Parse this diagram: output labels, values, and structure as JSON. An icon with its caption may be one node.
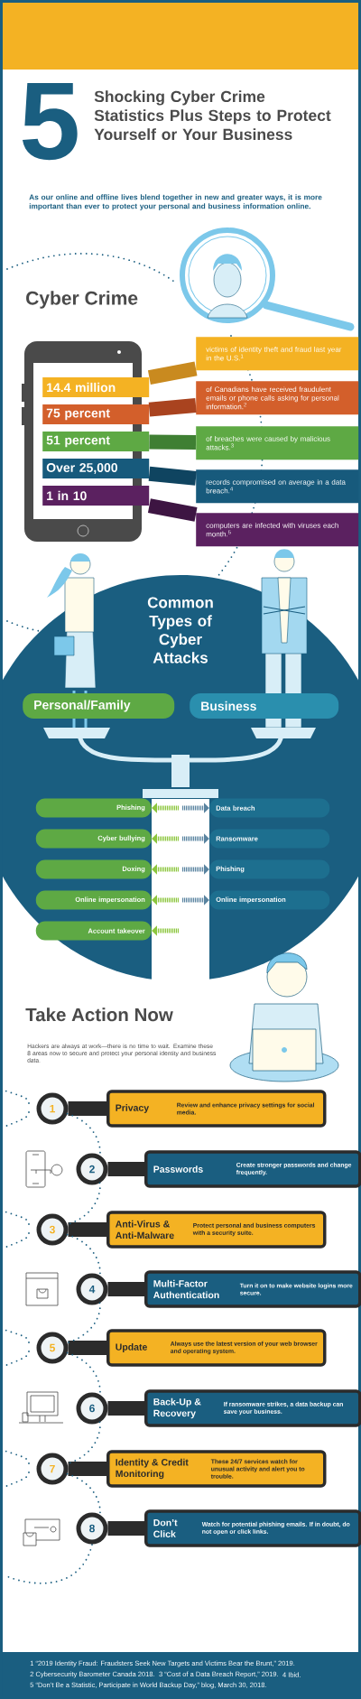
{
  "diagram": {
    "title": "Shocking Cyber Crime Statistics Plus Steps to Protect Yourself or Your Business",
    "nodes": [
      {
        "text": [
          "14.4 million"
        ]
      },
      {
        "text": [
          "victims of identity theft and fraud last year in the U.S.$^{1}$"
        ]
      },
      {
        "text": [
          "75 percent"
        ]
      },
      {
        "text": [
          "of Canadians have received fraudulent emails or phone calls asking for personal information.$^{2}$"
        ]
      },
      {
        "text": [
          "51 percent"
        ]
      },
      {
        "text": [
          "of breaches were caused by malicious attacks.$^{3}$"
        ]
      },
      {
        "text": [
          "Over 25,000"
        ]
      },
      {
        "text": [
          "records compromised on average in a data breach.$^{4}$"
        ]
      },
      {
        "text": [
          "1 in 10"
        ]
      },
      {
        "text": [
          "computers are infected with viruses each month.$^{5}$"
        ]
      },
      {
        "text": [
          "Personal/Family"
        ]
      },
      {
        "text": [
          "Business"
        ]
      },
      {
        "text": [
          "Phishing"
        ]
      },
      {
        "text": [
          "Data breach"
        ]
      },
      {
        "text": [
          "Cyber bullying"
        ]
      },
      {
        "text": [
          "Ransomware"
        ]
      },
      {
        "text": [
          "Doxing"
        ]
      },
      {
        "text": [
          "Phishing"
        ]
      },
      {
        "text": [
          "Online impersonation"
        ]
      },
      {
        "text": [
          "Online impersonation"
        ]
      },
      {
        "text": [
          "Account takeover"
        ]
      },
      {
        "text": [
          "1"
        ]
      },
      {
        "text": [
          "Privacy",
          "Review and enhance privacy settings for social media."
        ]
      },
      {
        "text": [
          "2"
        ]
      },
      {
        "text": [
          "Passwords",
          "Create stronger passwords and change frequently."
        ]
      },
      {
        "text": [
          "3"
        ]
      },
      {
        "text": [
          "Anti-Virus & Anti-Malware",
          "Protect personal and business computers with a security suite."
        ]
      },
      {
        "text": [
          "4"
        ]
      },
      {
        "text": [
          "Multi-Factor Authentication",
          "Turn it on to make website logins more secure."
        ]
      },
      {
        "text": [
          "5"
        ]
      },
      {
        "text": [
          "Update",
          "Always use the latest version of your web browser and operating system."
        ]
      },
      {
        "text": [
          "6"
        ]
      },
      {
        "text": [
          "Back-Up & Recovery",
          "If ransomware strikes, a data backup can save your business."
        ]
      },
      {
        "text": [
          "7"
        ]
      },
      {
        "text": [
          "Identity & Credit Monitoring",
          "These 24/7 services watch for unusual activity and alert you to trouble."
        ]
      },
      {
        "text": [
          "8"
        ]
      },
      {
        "text": [
          "Don’t Click",
          "Watch for potential phishing emails. If in doubt, do not open or click links."
        ]
      }
    ],
    "edges": [
      {
        "from": 0,
        "to": 1,
        "arrow": "none",
        "style": "thick",
        "color": "#c98a1f"
      },
      {
        "from": 2,
        "to": 3,
        "arrow": "none",
        "style": "thick",
        "color": "#a9431f"
      },
      {
        "from": 4,
        "to": 5,
        "arrow": "none",
        "style": "thick",
        "color": "#3f7f33"
      },
      {
        "from": 6,
        "to": 7,
        "arrow": "none",
        "style": "thick",
        "color": "#0f4460"
      },
      {
        "from": 8,
        "to": 9,
        "arrow": "none",
        "style": "thick",
        "color": "#3d1542"
      },
      {
        "from": null,
        "to": 12,
        "arrow": "to",
        "style": "dashed",
        "color": "#8dc63f"
      },
      {
        "from": null,
        "to": 13,
        "arrow": "to",
        "style": "dashed",
        "color": "#5a84a0"
      },
      {
        "from": null,
        "to": 14,
        "arrow": "to",
        "style": "dashed",
        "color": "#8dc63f"
      },
      {
        "from": null,
        "to": 15,
        "arrow": "to",
        "style": "dashed",
        "color": "#5a84a0"
      },
      {
        "from": null,
        "to": 16,
        "arrow": "to",
        "style": "dashed",
        "color": "#8dc63f"
      },
      {
        "from": null,
        "to": 17,
        "arrow": "to",
        "style": "dashed",
        "color": "#5a84a0"
      },
      {
        "from": null,
        "to": 18,
        "arrow": "to",
        "style": "dashed",
        "color": "#8dc63f"
      },
      {
        "from": null,
        "to": 19,
        "arrow": "to",
        "style": "dashed",
        "color": "#5a84a0"
      },
      {
        "from": null,
        "to": 20,
        "arrow": "to",
        "style": "dashed",
        "color": "#8dc63f"
      },
      {
        "from": 21,
        "to": 22,
        "arrow": "none",
        "style": "thick"
      },
      {
        "from": 23,
        "to": 24,
        "arrow": "none",
        "style": "thick"
      },
      {
        "from": 25,
        "to": 26,
        "arrow": "none",
        "style": "thick"
      },
      {
        "from": 27,
        "to": 28,
        "arrow": "none",
        "style": "thick"
      },
      {
        "from": 29,
        "to": 30,
        "arrow": "none",
        "style": "thick"
      },
      {
        "from": 31,
        "to": 32,
        "arrow": "none",
        "style": "thick"
      },
      {
        "from": 33,
        "to": 34,
        "arrow": "none",
        "style": "thick"
      },
      {
        "from": 35,
        "to": 36,
        "arrow": "none",
        "style": "thick"
      },
      {
        "from": 21,
        "to": 23,
        "arrow": "none",
        "style": "dashed",
        "color": "#1a5e80"
      },
      {
        "from": 23,
        "to": 25,
        "arrow": "none",
        "style": "dashed",
        "color": "#1a5e80"
      },
      {
        "from": 25,
        "to": 27,
        "arrow": "none",
        "style": "dashed",
        "color": "#1a5e80"
      },
      {
        "from": 27,
        "to": 29,
        "arrow": "none",
        "style": "dashed",
        "color": "#1a5e80"
      },
      {
        "from": 29,
        "to": 31,
        "arrow": "none",
        "style": "dashed",
        "color": "#1a5e80"
      },
      {
        "from": 31,
        "to": 33,
        "arrow": "none",
        "style": "dashed",
        "color": "#1a5e80"
      },
      {
        "from": 33,
        "to": 35,
        "arrow": "none",
        "style": "dashed",
        "color": "#1a5e80"
      }
    ],
    "labels": [
      "5",
      "As our online and offline lives blend together in new and greater ways, it is more important than ever to protect your personal and business information online.",
      "Cyber Crime",
      "Common Types of Cyber Attacks",
      "Take Action Now",
      "Hackers are always at work—there is no time to wait. Examine these 8 areas now to secure and protect your personal identity and business data.",
      "1 “2019 Identity Fraud: Fraudsters Seek New Targets and Victims Bear the Brunt,” 2019.",
      "2 Cybersecurity Barometer Canada 2018.",
      "3 “Cost of a Data Breach Report,” 2019.",
      "4 Ibid.",
      "5 “Don’t Be a Statistic, Participate in World Backup Day,” blog, March 30, 2018."
    ]
  }
}
